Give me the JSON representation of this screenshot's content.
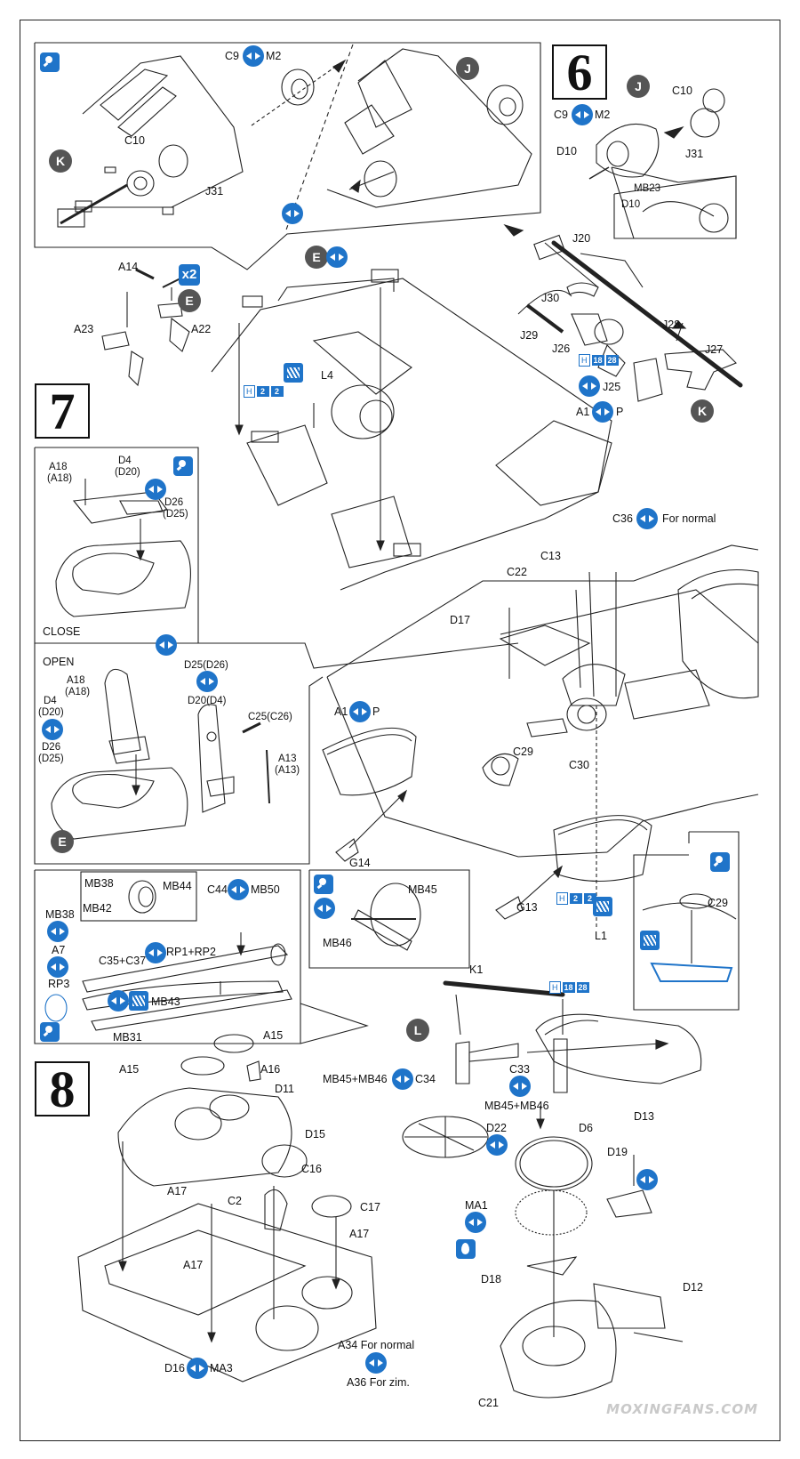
{
  "steps": {
    "s6": "6",
    "s7": "7",
    "s8": "8"
  },
  "step6": {
    "callouts": {
      "j_inset": "J",
      "k_inset": "K",
      "j_main": "J",
      "k_main": "K",
      "e_top": "E",
      "e_mid": "E"
    },
    "mult_badge": "x2",
    "labels": {
      "c9m2_inset": "M2",
      "c9_inset": "C9",
      "c10_inset": "C10",
      "j31_inset": "J31",
      "c10": "C10",
      "c9": "C9",
      "m2": "M2",
      "j31": "J31",
      "d10": "D10",
      "mb23": "MB23",
      "d10_detail": "D10",
      "j20": "J20",
      "j30": "J30",
      "j29": "J29",
      "j28": "J28",
      "j26": "J26",
      "j27": "J27",
      "j25": "J25",
      "a1": "A1",
      "a1_p": "P",
      "a14": "A14",
      "a23": "A23",
      "a22": "A22",
      "l4": "L4"
    },
    "hbadges": {
      "j26": {
        "h": "H",
        "a": "18",
        "b": "28"
      },
      "l4": {
        "h": "H",
        "a": "2",
        "b": "2"
      }
    }
  },
  "step7": {
    "close": "CLOSE",
    "open": "OPEN",
    "close_labels": {
      "a18": "A18",
      "a18b": "(A18)",
      "d4": "D4",
      "d4b": "(D20)",
      "d26": "D26",
      "d26b": "(D25)"
    },
    "open_labels": {
      "a18": "A18",
      "a18b": "(A18)",
      "d4": "D4",
      "d4b": "(D20)",
      "d26": "D26",
      "d26b": "(D25)",
      "d25": "D25(D26)",
      "d20": "D20(D4)",
      "c25": "C25(C26)",
      "a13": "A13",
      "a13b": "(A13)"
    },
    "callout_e": "E",
    "labels": {
      "c36": "C36",
      "c36_note": "For normal",
      "c13": "C13",
      "c22": "C22",
      "d17": "D17",
      "a1": "A1",
      "a1_p": "P",
      "c29": "C29",
      "c30": "C30",
      "g14": "G14",
      "g13": "G13",
      "l1": "L1",
      "c29_inset": "C29"
    },
    "hbadges": {
      "l1": {
        "h": "H",
        "a": "2",
        "b": "2"
      }
    }
  },
  "step8": {
    "mbbox": {
      "mb38": "MB38",
      "mb44": "MB44",
      "mb42": "MB42"
    },
    "labels": {
      "mb38_side": "MB38",
      "a7": "A7",
      "rp3": "RP3",
      "c44": "C44",
      "mb50": "MB50",
      "c35": "C35+C37",
      "rp12": "RP1+RP2",
      "mb43": "MB43",
      "mb31": "MB31",
      "mb45": "MB45",
      "mb46": "MB46",
      "k1": "K1",
      "mb45mb46_c34": "MB45+MB46",
      "c34": "C34",
      "c33": "C33",
      "mb45mb46_c33": "MB45+MB46",
      "a15a": "A15",
      "a15b": "A15",
      "a16": "A16",
      "d11": "D11",
      "d15": "D15",
      "c16": "C16",
      "c17": "C17",
      "c2": "C2",
      "a17a": "A17",
      "a17b": "A17",
      "a17c": "A17",
      "d16": "D16",
      "ma3": "MA3",
      "a34": "A34 For normal",
      "a36": "A36 For zim.",
      "d22": "D22",
      "d6": "D6",
      "d13": "D13",
      "d19": "D19",
      "ma1": "MA1",
      "d18": "D18",
      "d12": "D12",
      "c21": "C21"
    },
    "callout_l": "L",
    "hbadges": {
      "k1": {
        "h": "H",
        "a": "18",
        "b": "28"
      }
    }
  },
  "watermark": "MOXINGFANS.COM",
  "colors": {
    "accent_blue": "#1f74c9",
    "callout_grey": "#555555",
    "line": "#222222"
  },
  "icons": {
    "glue": "glue-brush-icon",
    "cement": "cement-drop-icon",
    "option": "two-option-icon",
    "pe": "photo-etch-icon",
    "callout": "sub-assembly-callout-icon"
  }
}
